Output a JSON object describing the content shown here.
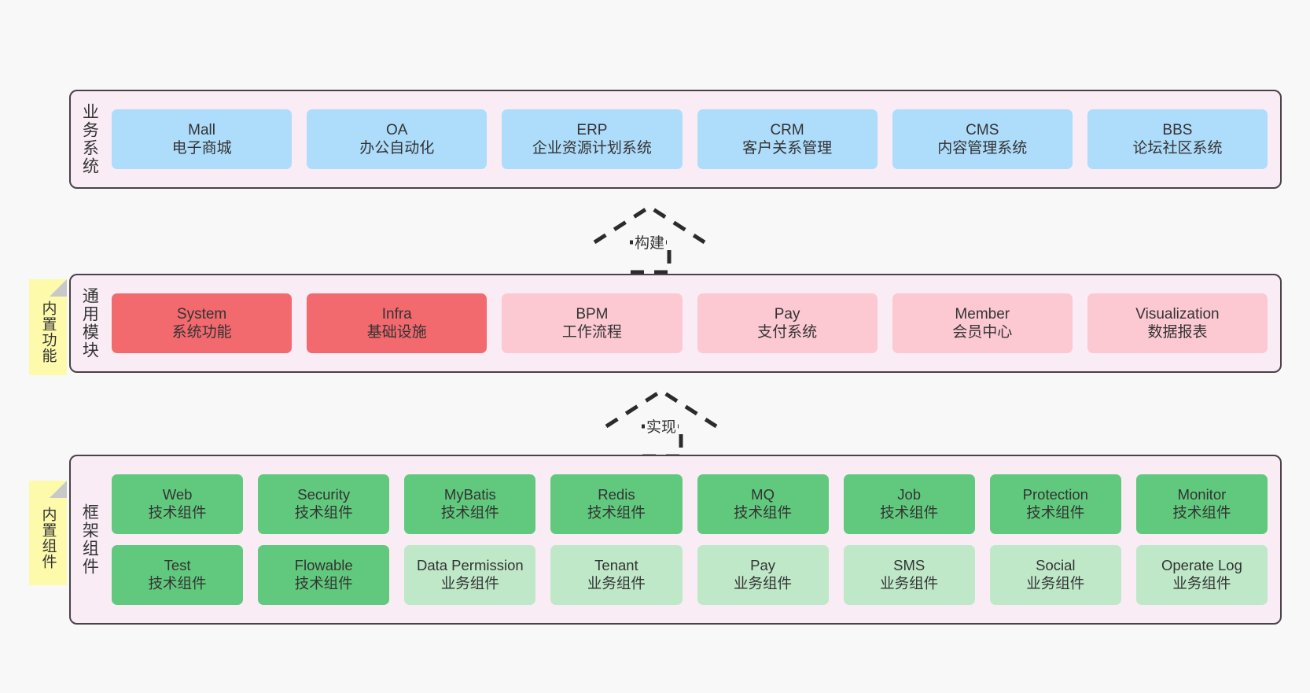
{
  "layers": [
    {
      "id": "business",
      "title": "业务系统",
      "rows": [
        [
          {
            "title": "Mall",
            "sub": "电子商城",
            "color": "#aedcfb"
          },
          {
            "title": "OA",
            "sub": "办公自动化",
            "color": "#aedcfb"
          },
          {
            "title": "ERP",
            "sub": "企业资源计划系统",
            "color": "#aedcfb"
          },
          {
            "title": "CRM",
            "sub": "客户关系管理",
            "color": "#aedcfb"
          },
          {
            "title": "CMS",
            "sub": "内容管理系统",
            "color": "#aedcfb"
          },
          {
            "title": "BBS",
            "sub": "论坛社区系统",
            "color": "#aedcfb"
          }
        ]
      ]
    },
    {
      "id": "modules",
      "title": "通用模块",
      "sticky": "内置功能",
      "rows": [
        [
          {
            "title": "System",
            "sub": "系统功能",
            "color": "#f2696e"
          },
          {
            "title": "Infra",
            "sub": "基础设施",
            "color": "#f2696e"
          },
          {
            "title": "BPM",
            "sub": "工作流程",
            "color": "#fcc9d3"
          },
          {
            "title": "Pay",
            "sub": "支付系统",
            "color": "#fcc9d3"
          },
          {
            "title": "Member",
            "sub": "会员中心",
            "color": "#fcc9d3"
          },
          {
            "title": "Visualization",
            "sub": "数据报表",
            "color": "#fcc9d3"
          }
        ]
      ]
    },
    {
      "id": "framework",
      "title": "框架组件",
      "sticky": "内置组件",
      "rows": [
        [
          {
            "title": "Web",
            "sub": "技术组件",
            "color": "#61c97d"
          },
          {
            "title": "Security",
            "sub": "技术组件",
            "color": "#61c97d"
          },
          {
            "title": "MyBatis",
            "sub": "技术组件",
            "color": "#61c97d"
          },
          {
            "title": "Redis",
            "sub": "技术组件",
            "color": "#61c97d"
          },
          {
            "title": "MQ",
            "sub": "技术组件",
            "color": "#61c97d"
          },
          {
            "title": "Job",
            "sub": "技术组件",
            "color": "#61c97d"
          },
          {
            "title": "Protection",
            "sub": "技术组件",
            "color": "#61c97d"
          },
          {
            "title": "Monitor",
            "sub": "技术组件",
            "color": "#61c97d"
          }
        ],
        [
          {
            "title": "Test",
            "sub": "技术组件",
            "color": "#61c97d"
          },
          {
            "title": "Flowable",
            "sub": "技术组件",
            "color": "#61c97d"
          },
          {
            "title": "Data Permission",
            "sub": "业务组件",
            "color": "#bfe8c9",
            "wrap": true
          },
          {
            "title": "Tenant",
            "sub": "业务组件",
            "color": "#bfe8c9"
          },
          {
            "title": "Pay",
            "sub": "业务组件",
            "color": "#bfe8c9"
          },
          {
            "title": "SMS",
            "sub": "业务组件",
            "color": "#bfe8c9"
          },
          {
            "title": "Social",
            "sub": "业务组件",
            "color": "#bfe8c9"
          },
          {
            "title": "Operate Log",
            "sub": "业务组件",
            "color": "#bfe8c9"
          }
        ]
      ]
    }
  ],
  "connectors": [
    {
      "id": "build",
      "label": "构建"
    },
    {
      "id": "impl",
      "label": "实现"
    }
  ],
  "colors": {
    "canvas": "#f8f8f8",
    "layer_fill": "#f9ecf5",
    "layer_border": "#4a414b",
    "business": "#aedcfb",
    "module_primary": "#f2696e",
    "module_secondary": "#fcc9d3",
    "tech_component": "#61c97d",
    "biz_component": "#bfe8c9",
    "sticky": "#fdfaab",
    "sticky_fold": "#c8c8c8",
    "text": "#333333"
  }
}
